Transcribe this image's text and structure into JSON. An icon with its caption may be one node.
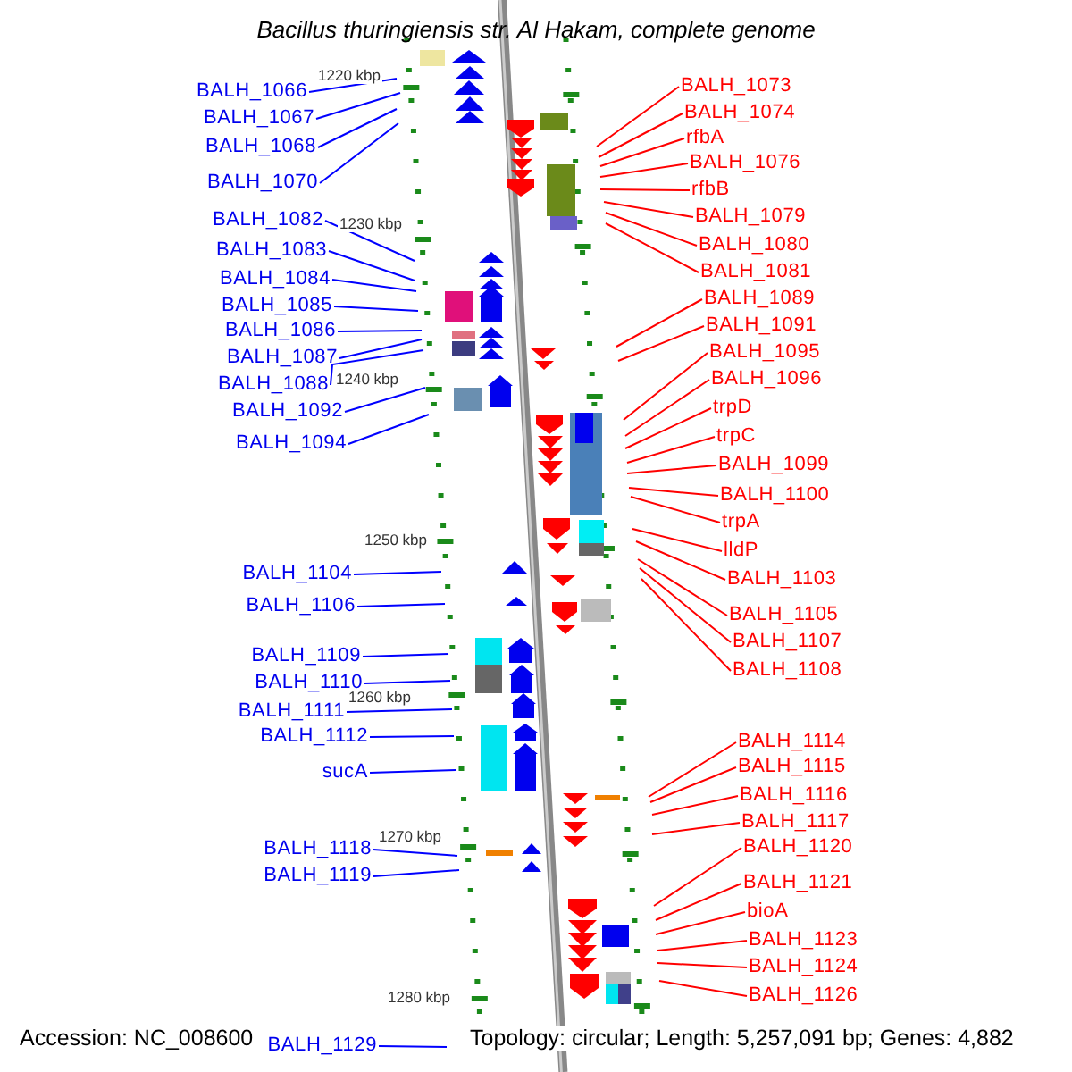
{
  "diagram": {
    "title": "Bacillus thuringiensis str. Al Hakam, complete genome",
    "nodes": [
      {
        "text": [
          "BALH_1066"
        ]
      },
      {
        "text": [
          "BALH_1067"
        ]
      },
      {
        "text": [
          "BALH_1068"
        ]
      },
      {
        "text": [
          "BALH_1070"
        ]
      },
      {
        "text": [
          "BALH_1082"
        ]
      },
      {
        "text": [
          "BALH_1083"
        ]
      },
      {
        "text": [
          "BALH_1084"
        ]
      },
      {
        "text": [
          "BALH_1085"
        ]
      },
      {
        "text": [
          "BALH_1086"
        ]
      },
      {
        "text": [
          "BALH_1087"
        ]
      },
      {
        "text": [
          "BALH_1088"
        ]
      },
      {
        "text": [
          "BALH_1092"
        ]
      },
      {
        "text": [
          "BALH_1094"
        ]
      },
      {
        "text": [
          "BALH_1104"
        ]
      },
      {
        "text": [
          "BALH_1106"
        ]
      },
      {
        "text": [
          "BALH_1109"
        ]
      },
      {
        "text": [
          "BALH_1110"
        ]
      },
      {
        "text": [
          "BALH_1111"
        ]
      },
      {
        "text": [
          "BALH_1112"
        ]
      },
      {
        "text": [
          "sucA"
        ]
      },
      {
        "text": [
          "BALH_1118"
        ]
      },
      {
        "text": [
          "BALH_1119"
        ]
      },
      {
        "text": [
          "BALH_1129"
        ]
      },
      {
        "text": [
          "BALH_1073"
        ]
      },
      {
        "text": [
          "BALH_1074"
        ]
      },
      {
        "text": [
          "rfbA"
        ]
      },
      {
        "text": [
          "BALH_1076"
        ]
      },
      {
        "text": [
          "rfbB"
        ]
      },
      {
        "text": [
          "BALH_1079"
        ]
      },
      {
        "text": [
          "BALH_1080"
        ]
      },
      {
        "text": [
          "BALH_1081"
        ]
      },
      {
        "text": [
          "BALH_1089"
        ]
      },
      {
        "text": [
          "BALH_1091"
        ]
      },
      {
        "text": [
          "BALH_1095"
        ]
      },
      {
        "text": [
          "BALH_1096"
        ]
      },
      {
        "text": [
          "trpD"
        ]
      },
      {
        "text": [
          "trpC"
        ]
      },
      {
        "text": [
          "BALH_1099"
        ]
      },
      {
        "text": [
          "BALH_1100"
        ]
      },
      {
        "text": [
          "trpA"
        ]
      },
      {
        "text": [
          "lldP"
        ]
      },
      {
        "text": [
          "BALH_1103"
        ]
      },
      {
        "text": [
          "BALH_1105"
        ]
      },
      {
        "text": [
          "BALH_1107"
        ]
      },
      {
        "text": [
          "BALH_1108"
        ]
      },
      {
        "text": [
          "BALH_1114"
        ]
      },
      {
        "text": [
          "BALH_1115"
        ]
      },
      {
        "text": [
          "BALH_1116"
        ]
      },
      {
        "text": [
          "BALH_1117"
        ]
      },
      {
        "text": [
          "BALH_1120"
        ]
      },
      {
        "text": [
          "BALH_1121"
        ]
      },
      {
        "text": [
          "bioA"
        ]
      },
      {
        "text": [
          "BALH_1123"
        ]
      },
      {
        "text": [
          "BALH_1124"
        ]
      },
      {
        "text": [
          "BALH_1126"
        ]
      }
    ],
    "edges": [
      {
        "from": 0,
        "to": null,
        "arrow": "none",
        "color": "#0000ff"
      },
      {
        "from": 1,
        "to": null,
        "arrow": "none",
        "color": "#0000ff"
      },
      {
        "from": 2,
        "to": null,
        "arrow": "none",
        "color": "#0000ff"
      },
      {
        "from": 3,
        "to": null,
        "arrow": "none",
        "color": "#0000ff"
      },
      {
        "from": 4,
        "to": null,
        "arrow": "none",
        "color": "#0000ff"
      },
      {
        "from": 5,
        "to": null,
        "arrow": "none",
        "color": "#0000ff"
      },
      {
        "from": 6,
        "to": null,
        "arrow": "none",
        "color": "#0000ff"
      },
      {
        "from": 7,
        "to": null,
        "arrow": "none",
        "color": "#0000ff"
      },
      {
        "from": 8,
        "to": null,
        "arrow": "none",
        "color": "#0000ff"
      },
      {
        "from": 9,
        "to": null,
        "arrow": "none",
        "color": "#0000ff"
      },
      {
        "from": 10,
        "to": null,
        "arrow": "none",
        "color": "#0000ff"
      },
      {
        "from": 11,
        "to": null,
        "arrow": "none",
        "color": "#0000ff"
      },
      {
        "from": 12,
        "to": null,
        "arrow": "none",
        "color": "#0000ff"
      },
      {
        "from": 13,
        "to": null,
        "arrow": "none",
        "color": "#0000ff"
      },
      {
        "from": 14,
        "to": null,
        "arrow": "none",
        "color": "#0000ff"
      },
      {
        "from": 15,
        "to": null,
        "arrow": "none",
        "color": "#0000ff"
      },
      {
        "from": 16,
        "to": null,
        "arrow": "none",
        "color": "#0000ff"
      },
      {
        "from": 17,
        "to": null,
        "arrow": "none",
        "color": "#0000ff"
      },
      {
        "from": 18,
        "to": null,
        "arrow": "none",
        "color": "#0000ff"
      },
      {
        "from": 19,
        "to": null,
        "arrow": "none",
        "color": "#0000ff"
      },
      {
        "from": 20,
        "to": null,
        "arrow": "none",
        "color": "#0000ff"
      },
      {
        "from": 21,
        "to": null,
        "arrow": "none",
        "color": "#0000ff"
      },
      {
        "from": 22,
        "to": null,
        "arrow": "none",
        "color": "#0000ff"
      },
      {
        "from": 23,
        "to": null,
        "arrow": "none"
      },
      {
        "from": 24,
        "to": null,
        "arrow": "none"
      },
      {
        "from": 25,
        "to": null,
        "arrow": "none"
      },
      {
        "from": 26,
        "to": null,
        "arrow": "none"
      },
      {
        "from": 27,
        "to": null,
        "arrow": "none"
      },
      {
        "from": 28,
        "to": null,
        "arrow": "none"
      },
      {
        "from": 29,
        "to": null,
        "arrow": "none"
      },
      {
        "from": 30,
        "to": null,
        "arrow": "none"
      },
      {
        "from": 31,
        "to": null,
        "arrow": "none"
      },
      {
        "from": 32,
        "to": null,
        "arrow": "none"
      },
      {
        "from": 33,
        "to": null,
        "arrow": "none"
      },
      {
        "from": 34,
        "to": null,
        "arrow": "none"
      },
      {
        "from": 35,
        "to": null,
        "arrow": "none"
      },
      {
        "from": 36,
        "to": null,
        "arrow": "none"
      },
      {
        "from": 37,
        "to": null,
        "arrow": "none"
      },
      {
        "from": 38,
        "to": null,
        "arrow": "none"
      },
      {
        "from": 39,
        "to": null,
        "arrow": "none"
      },
      {
        "from": 40,
        "to": null,
        "arrow": "none"
      },
      {
        "from": 41,
        "to": null,
        "arrow": "none"
      },
      {
        "from": 42,
        "to": null,
        "arrow": "none"
      },
      {
        "from": 43,
        "to": null,
        "arrow": "none"
      },
      {
        "from": 44,
        "to": null,
        "arrow": "none"
      },
      {
        "from": 45,
        "to": null,
        "arrow": "none"
      },
      {
        "from": 46,
        "to": null,
        "arrow": "none"
      },
      {
        "from": 47,
        "to": null,
        "arrow": "none"
      },
      {
        "from": 48,
        "to": null,
        "arrow": "none"
      },
      {
        "from": 49,
        "to": null,
        "arrow": "none"
      },
      {
        "from": 50,
        "to": null,
        "arrow": "none"
      },
      {
        "from": 51,
        "to": null,
        "arrow": "none"
      },
      {
        "from": 52,
        "to": null,
        "arrow": "none"
      },
      {
        "from": 53,
        "to": null,
        "arrow": "none"
      },
      {
        "from": 54,
        "to": null,
        "arrow": "none"
      }
    ],
    "labels": [
      "1220 kbp",
      "1230 kbp",
      "1240 kbp",
      "1250 kbp",
      "1260 kbp",
      "1270 kbp",
      "1280 kbp",
      "Accession: NC_008600",
      "Topology: circular; Length: 5,257,091 bp; Genes: 4,882"
    ]
  }
}
